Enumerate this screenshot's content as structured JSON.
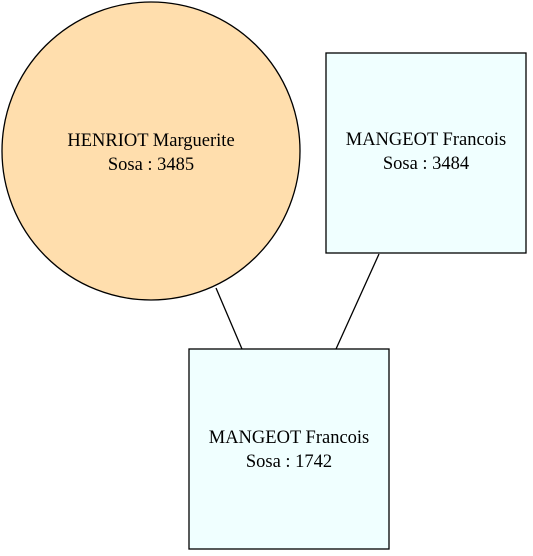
{
  "diagram": {
    "nodes": [
      {
        "id": "henriot",
        "name": "HENRIOT Marguerite",
        "sosa": "Sosa : 3485",
        "shape": "circle",
        "fill": "#ffdead",
        "stroke": "#000000"
      },
      {
        "id": "mangeot_father",
        "name": "MANGEOT Francois",
        "sosa": "Sosa : 3484",
        "shape": "square",
        "fill": "#f0ffff",
        "stroke": "#000000"
      },
      {
        "id": "mangeot_child",
        "name": "MANGEOT Francois",
        "sosa": "Sosa : 1742",
        "shape": "square",
        "fill": "#f0ffff",
        "stroke": "#000000"
      }
    ],
    "edges": [
      {
        "from": "henriot",
        "to": "mangeot_child"
      },
      {
        "from": "mangeot_father",
        "to": "mangeot_child"
      }
    ]
  }
}
